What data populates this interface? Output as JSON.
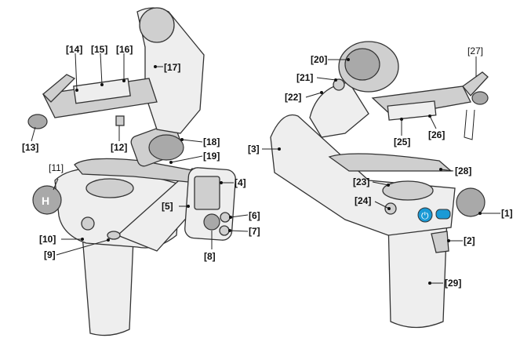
{
  "labels": {
    "l1": "[1]",
    "l2": "[2]",
    "l3": "[3]",
    "l4": "[4]",
    "l5": "[5]",
    "l6": "[6]",
    "l7": "[7]",
    "l8": "[8]",
    "l9": "[9]",
    "l10": "[10]",
    "l11": "[11]",
    "l12": "[12]",
    "l13": "[13]",
    "l14": "[14]",
    "l15": "[15]",
    "l16": "[16]",
    "l17": "[17]",
    "l18": "[18]",
    "l19": "[19]",
    "l20": "[20]",
    "l21": "[21]",
    "l22": "[22]",
    "l23": "[23]",
    "l24": "[24]",
    "l25": "[25]",
    "l26": "[26]",
    "l27": "[27]",
    "l28": "[28]",
    "l29": "[29]"
  },
  "colors": {
    "power_button": "#1a9ad6",
    "outline": "#333333",
    "body": "#eeeeee"
  },
  "icons": [
    "power-icon",
    "brand-logo-icon"
  ]
}
